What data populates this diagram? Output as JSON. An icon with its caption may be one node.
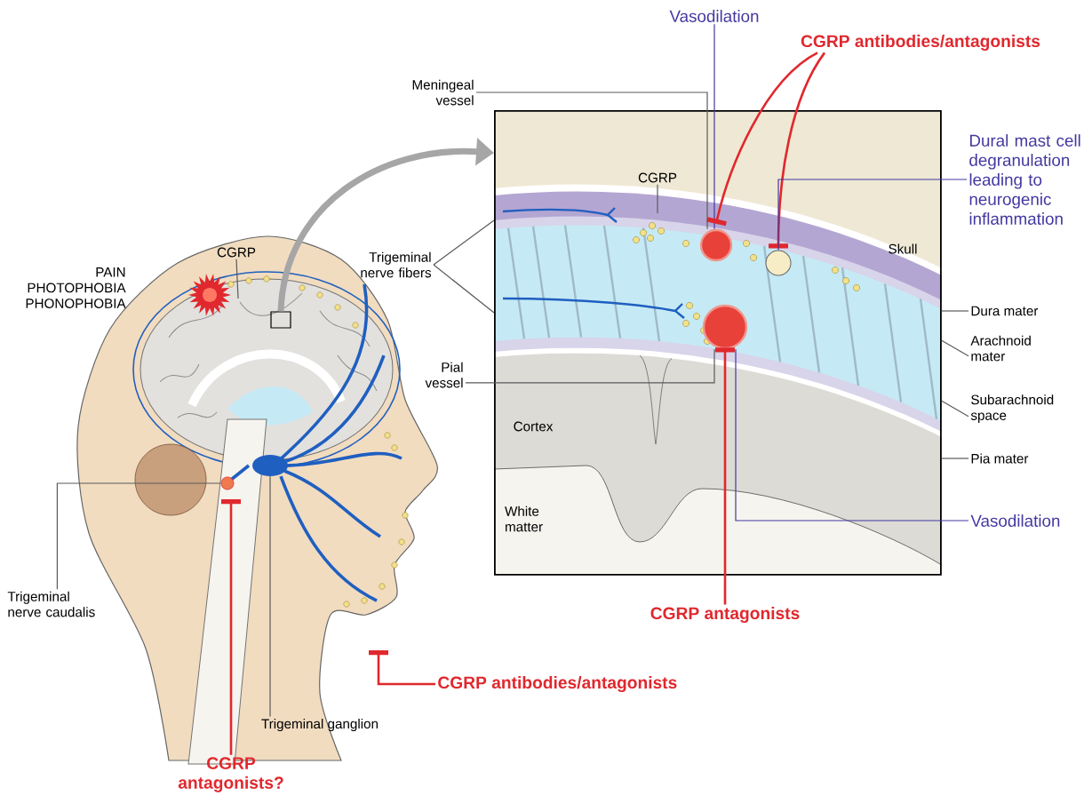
{
  "diagram": {
    "nodes": [
      {
        "text": [],
        "shape": "box"
      },
      {
        "text": [],
        "shape": "box"
      },
      {
        "text": [],
        "shape": "circle",
        "in": 0
      },
      {
        "text": [],
        "shape": "circle",
        "in": 0
      },
      {
        "text": [],
        "shape": "circle",
        "in": 0
      },
      {
        "text": [
          "Vasodilation"
        ]
      },
      {
        "text": [
          "CGRP antibodies/antagonists"
        ]
      },
      {
        "text": [
          "Meningeal vessel"
        ]
      },
      {
        "text": [
          "CGRP"
        ],
        "in": 0
      },
      {
        "text": [
          "Dural mast cell degranulation leading to neurogenic inflammation"
        ]
      },
      {
        "text": [
          "Trigeminal nerve fibers"
        ]
      },
      {
        "text": [
          "Dura mater"
        ]
      },
      {
        "text": [
          "Arachnoid mater"
        ]
      },
      {
        "text": [
          "Subarachnoid space"
        ]
      },
      {
        "text": [
          "Pia mater"
        ]
      },
      {
        "text": [
          "Pial vessel"
        ]
      },
      {
        "text": [
          "Vasodilation"
        ]
      },
      {
        "text": [
          "CGRP antagonists"
        ]
      },
      {
        "text": [
          "CGRP"
        ]
      },
      {
        "text": [
          "Trigeminal nerve caudalis"
        ]
      },
      {
        "text": [
          "Trigeminal ganglion"
        ]
      },
      {
        "text": [
          "CGRP antagonists?"
        ]
      },
      {
        "text": [
          "CGRP antibodies/antagonists"
        ]
      }
    ],
    "edges": [
      {
        "from": 1,
        "to": 0,
        "arrow": "to",
        "style": "thick",
        "color": "#a6a6a6"
      },
      {
        "from": 5,
        "to": 2,
        "arrow": "none",
        "color": "#4338a0"
      },
      {
        "from": 6,
        "to": 2,
        "arrow": "other",
        "color": "#e0282e"
      },
      {
        "from": 6,
        "to": 3,
        "arrow": "other",
        "color": "#e0282e"
      },
      {
        "from": 7,
        "to": 2,
        "arrow": "none"
      },
      {
        "from": 8,
        "to": null,
        "arrow": "none"
      },
      {
        "from": 9,
        "to": 3,
        "arrow": "none",
        "color": "#4338a0"
      },
      {
        "from": 10,
        "to": 0,
        "arrow": "none"
      },
      {
        "from": 10,
        "to": 0,
        "arrow": "none"
      },
      {
        "from": 11,
        "to": 0,
        "arrow": "none"
      },
      {
        "from": 12,
        "to": 0,
        "arrow": "none"
      },
      {
        "from": 13,
        "to": 0,
        "arrow": "none"
      },
      {
        "from": 14,
        "to": 0,
        "arrow": "none"
      },
      {
        "from": 15,
        "to": 4,
        "arrow": "none"
      },
      {
        "from": 16,
        "to": 4,
        "arrow": "none",
        "color": "#4338a0"
      },
      {
        "from": 17,
        "to": 4,
        "arrow": "other",
        "color": "#e0282e"
      },
      {
        "from": 18,
        "to": null,
        "arrow": "none"
      },
      {
        "from": 19,
        "to": null,
        "arrow": "none"
      },
      {
        "from": 20,
        "to": null,
        "arrow": "none"
      },
      {
        "from": 21,
        "to": null,
        "arrow": "other",
        "color": "#e0282e"
      },
      {
        "from": 22,
        "to": null,
        "arrow": "other",
        "color": "#e0282e"
      }
    ],
    "labels": [
      "Skull",
      "PAIN PHOTOPHOBIA PHONOPHOBIA",
      "Cortex",
      "White matter"
    ]
  }
}
